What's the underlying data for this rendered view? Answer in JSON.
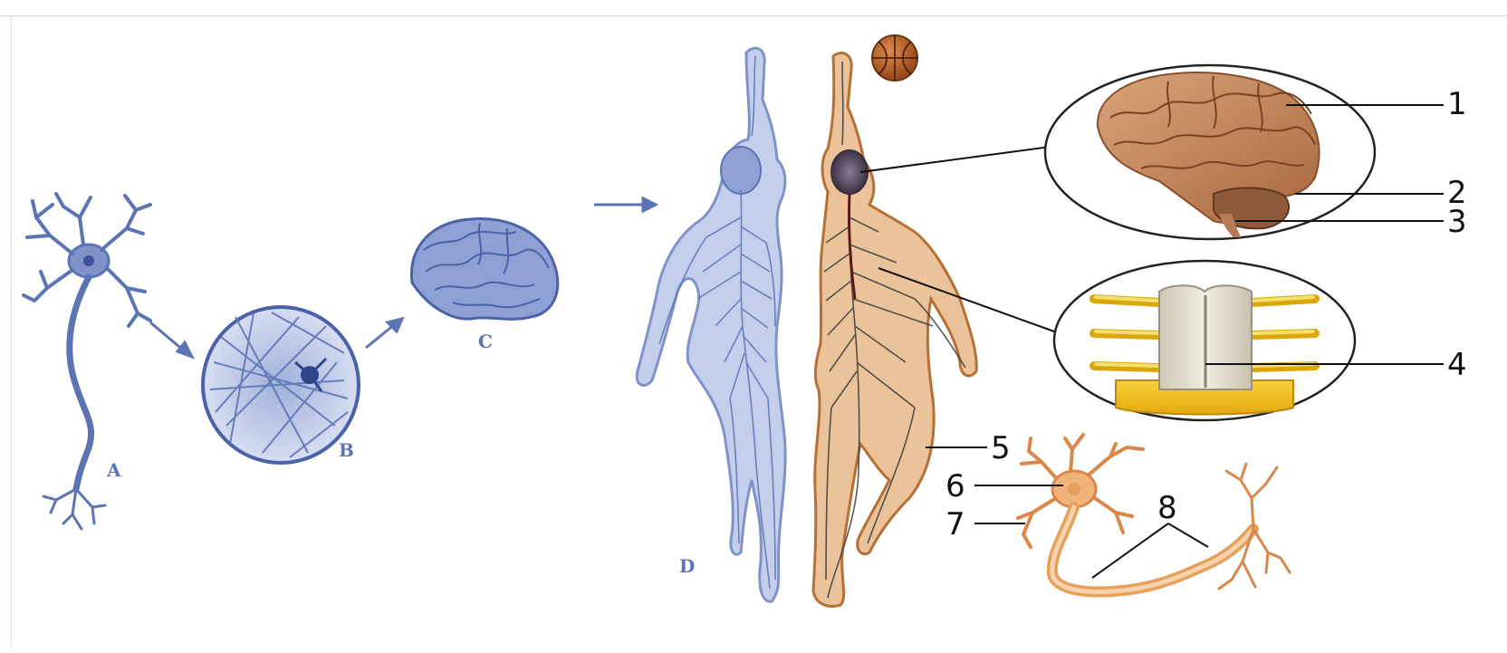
{
  "stage_labels": {
    "a": "A",
    "b": "B",
    "c": "C",
    "d": "D"
  },
  "part_numbers": [
    "1",
    "2",
    "3",
    "4",
    "5",
    "6",
    "7",
    "8"
  ],
  "colors": {
    "blue_ink": "#5c73b4",
    "brain_tan": "#c98a5c",
    "nerve_orange": "#e6a05c",
    "spinal_yellow": "#f2c21a",
    "leader_black": "#111111"
  }
}
